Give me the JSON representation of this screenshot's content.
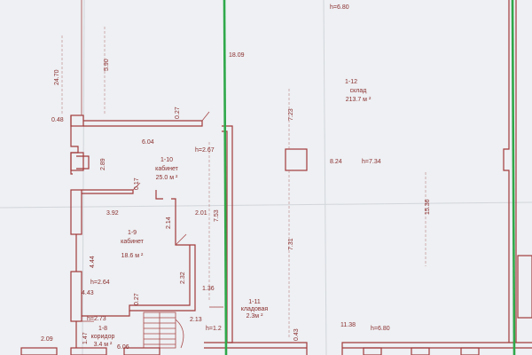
{
  "rooms": [
    {
      "id": "1-12",
      "name": "склад",
      "area": "213.7 м ²",
      "height": "h=7.34"
    },
    {
      "id": "1-10",
      "name": "кабинет",
      "area": "25.0 м ²",
      "height": "h=2.67"
    },
    {
      "id": "1-9",
      "name": "кабинет",
      "area": "18.6 м ²",
      "height": "h=2.64"
    },
    {
      "id": "1-11",
      "name": "кладовая",
      "area": "2.3м ²",
      "height": "h=1.2"
    },
    {
      "id": "1-8",
      "name": "коридор",
      "area": "3.4 м ²",
      "height": "h=2.73"
    }
  ],
  "dimensions": {
    "d_24_70": "24.70",
    "d_5_90": "5.90",
    "d_18_09": "18.09",
    "h_top": "h=6.80",
    "d_0_48": "0.48",
    "d_0_27a": "0.27",
    "d_7_23": "7.23",
    "d_6_04": "6.04",
    "d_2_89": "2.89",
    "d_8_24": "8.24",
    "d_15_36": "15.36",
    "d_0_17": "0.17",
    "d_3_92": "3.92",
    "d_2_14": "2.14",
    "d_2_01": "2.01",
    "d_7_53": "7.53",
    "d_7_31": "7.31",
    "d_4_44": "4.44",
    "d_2_32": "2.32",
    "d_4_43": "4.43",
    "d_1_36": "1.36",
    "d_0_27b": "0.27",
    "d_2_13": "2.13",
    "d_0_43": "0.43",
    "d_11_38": "11.38",
    "h_bottom": "h=6.80",
    "d_2_09": "2.09",
    "d_1_47": "1.47",
    "d_6_06": "6.06"
  },
  "colors": {
    "paper": "#eef0f3",
    "line": "#a23a3a",
    "marker": "#2fa84a"
  }
}
